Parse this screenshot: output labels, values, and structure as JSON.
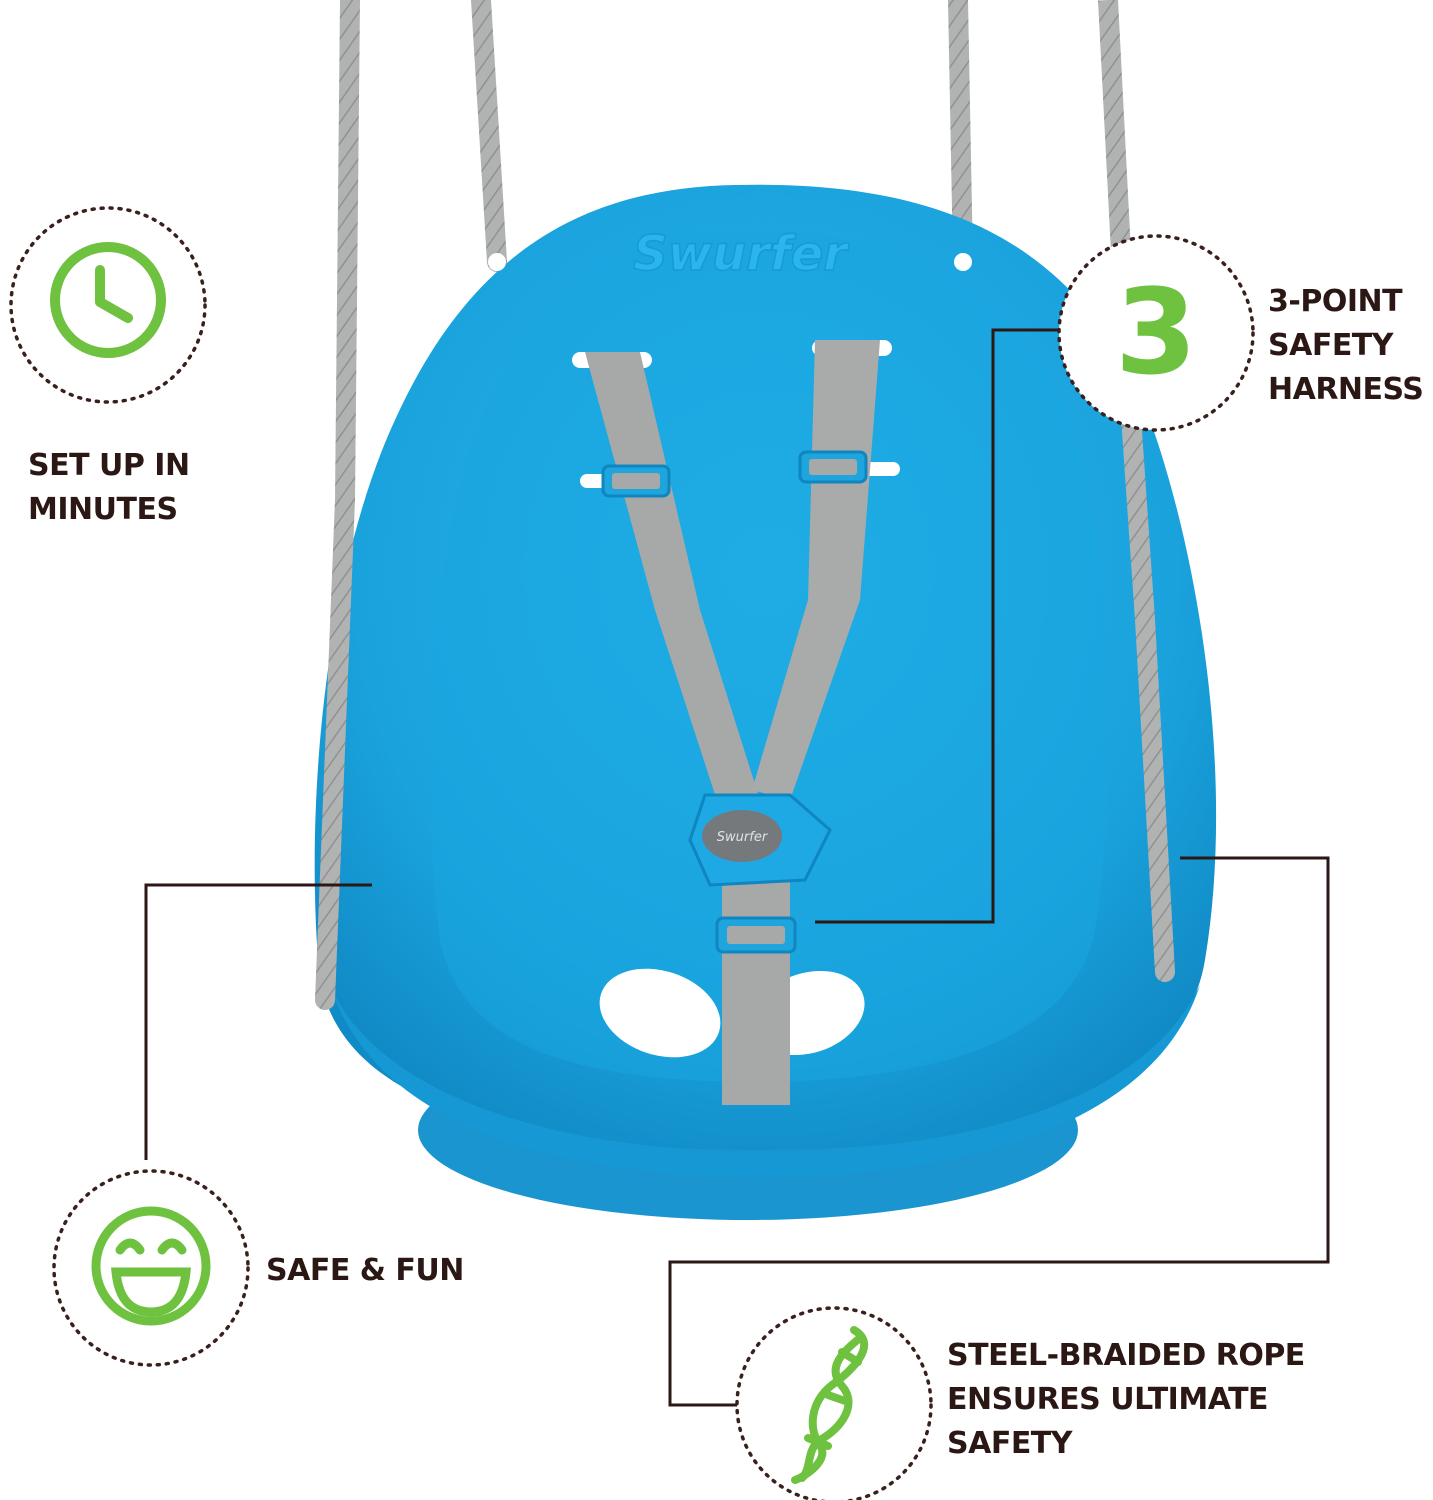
{
  "colors": {
    "accent_green": "#6fc23f",
    "text_dark": "#2b1714",
    "dots": "#3a201c",
    "leader_lines": "#2b1714",
    "seat_blue": "#1fa8df",
    "seat_shadow": "#0f82be",
    "strap_gray": "#a7a9a8",
    "rope_gray": "#b1b3b3"
  },
  "brand": {
    "seat_emboss": "Swurfer",
    "buckle_text": "Swurfer"
  },
  "features": [
    {
      "id": "setup",
      "icon": "clock-icon",
      "lines": [
        "SET UP IN",
        "MINUTES"
      ]
    },
    {
      "id": "harness",
      "icon": "number-three-icon",
      "icon_text": "3",
      "lines": [
        "3-POINT",
        "SAFETY",
        "HARNESS"
      ]
    },
    {
      "id": "fun",
      "icon": "smiley-face-icon",
      "lines": [
        "SAFE & FUN"
      ]
    },
    {
      "id": "rope",
      "icon": "braided-rope-icon",
      "lines": [
        "STEEL-BRAIDED ROPE",
        "ENSURES ULTIMATE",
        "SAFETY"
      ]
    }
  ]
}
